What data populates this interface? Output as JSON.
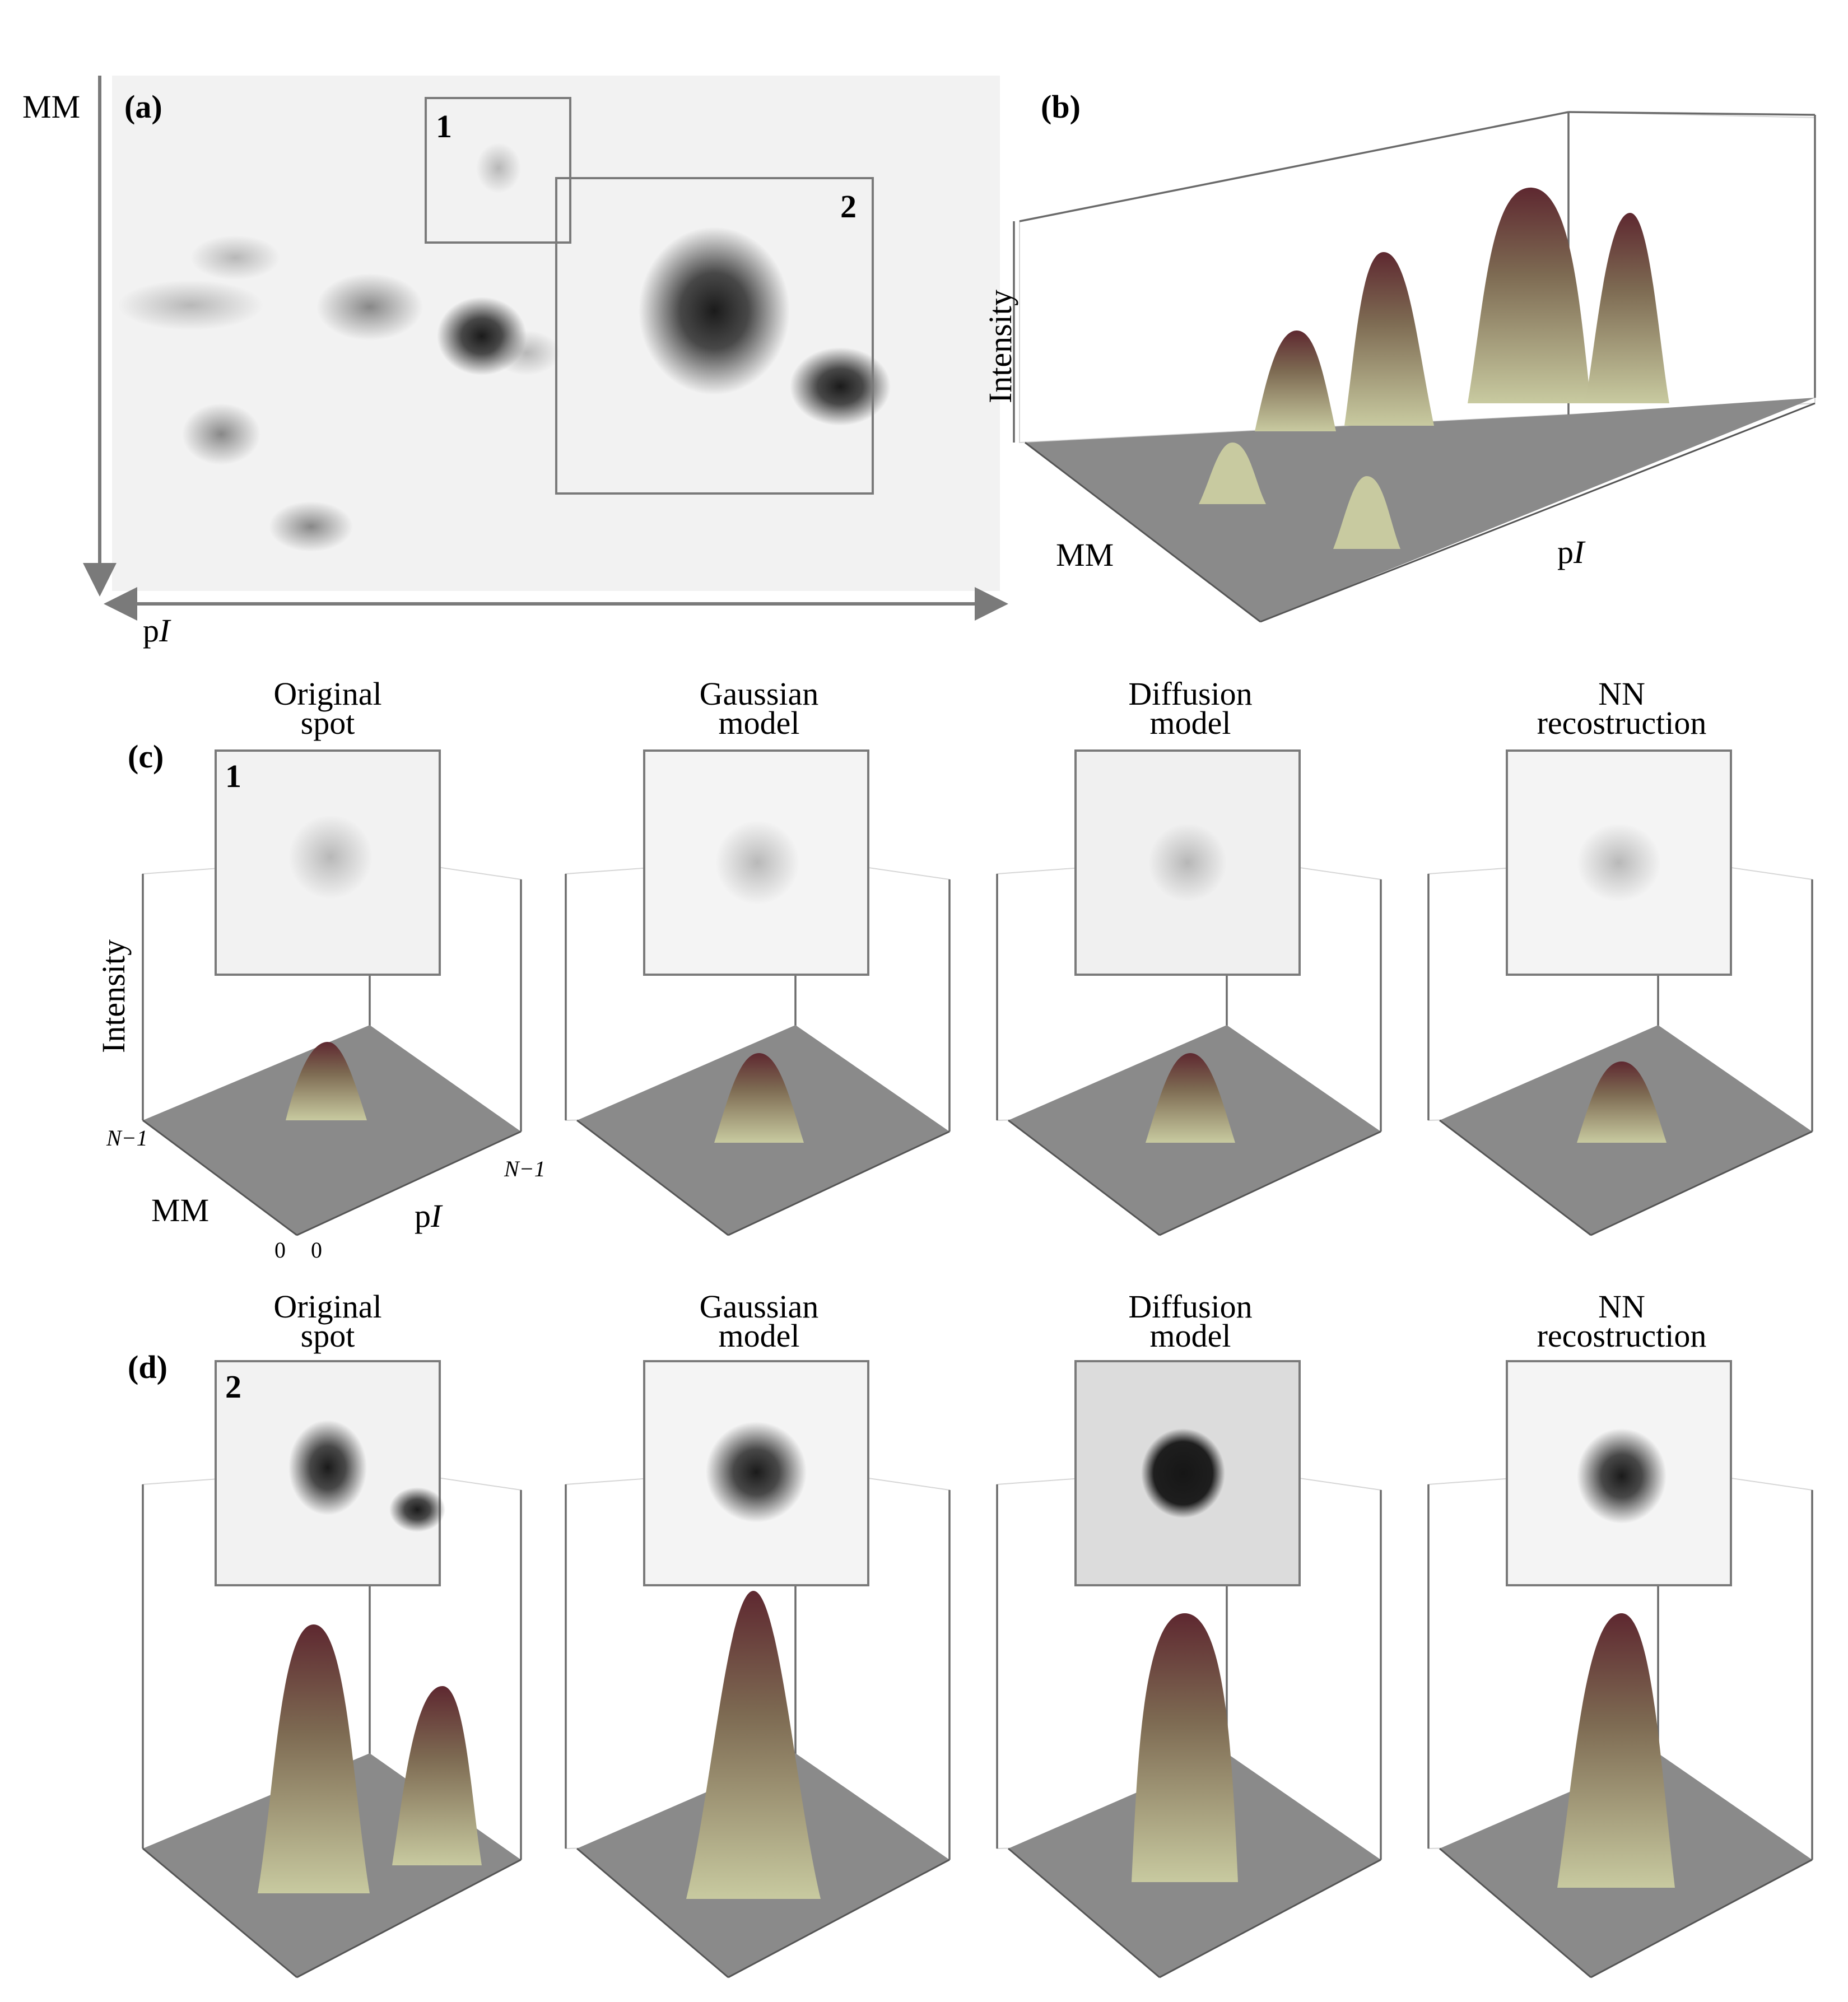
{
  "panel_a": {
    "label": "(a)",
    "axis_mm": "MM",
    "axis_pi_p": "p",
    "axis_pi_i": "I",
    "region_1": "1",
    "region_2": "2"
  },
  "panel_b": {
    "label": "(b)",
    "axis_intensity": "Intensity",
    "axis_mm": "MM",
    "axis_pi_p": "p",
    "axis_pi_i": "I"
  },
  "rows": [
    {
      "label": "(c)",
      "spot_number": "1",
      "columns": [
        {
          "line1": "Original",
          "line2": "spot"
        },
        {
          "line1": "Gaussian",
          "line2": "model"
        },
        {
          "line1": "Diffusion",
          "line2": "model"
        },
        {
          "line1": "NN",
          "line2": "recostruction"
        }
      ],
      "axes": {
        "intensity": "Intensity",
        "mm": "MM",
        "pi_p": "p",
        "pi_i": "I",
        "tick_n1_left": "N−1",
        "tick_n1_right": "N−1",
        "tick_zero_mm": "0",
        "tick_zero_pi": "0"
      }
    },
    {
      "label": "(d)",
      "spot_number": "2",
      "columns": [
        {
          "line1": "Original",
          "line2": "spot"
        },
        {
          "line1": "Gaussian",
          "line2": "model"
        },
        {
          "line1": "Diffusion",
          "line2": "model"
        },
        {
          "line1": "NN",
          "line2": "recostruction"
        }
      ]
    }
  ],
  "colors": {
    "frame": "#7a7a7a",
    "floor": "#8a8a8a",
    "peak_top": "#5e2830",
    "peak_mid": "#7d6a52",
    "peak_base": "#c8caa0",
    "spot_dark": "#111111",
    "background": "#f4f4f4"
  }
}
